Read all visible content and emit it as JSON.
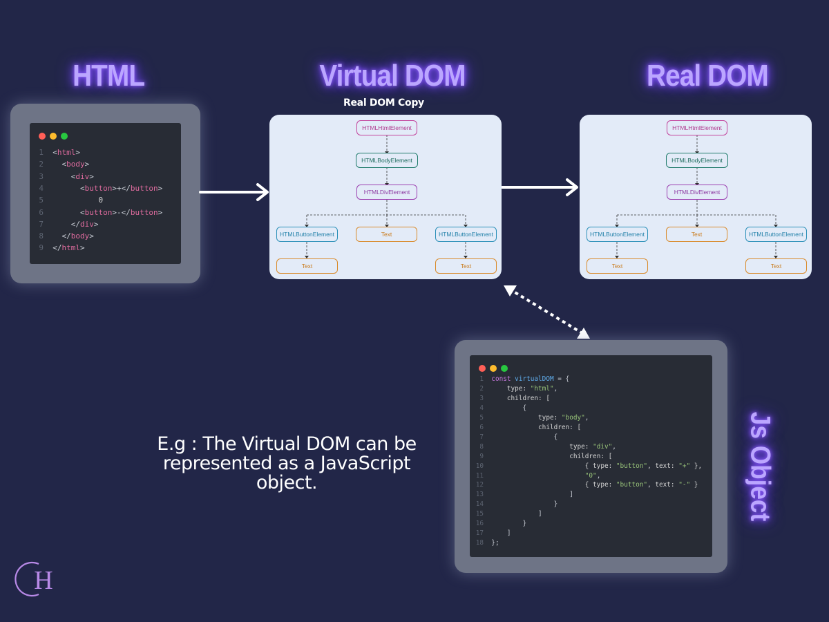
{
  "headings": {
    "html": "HTML",
    "virtual_dom": "Virtual DOM",
    "real_dom": "Real DOM",
    "virtual_dom_sub": "Real DOM Copy",
    "js_object": "Js Object"
  },
  "html_code": {
    "lines": [
      {
        "n": "1",
        "indent": 0,
        "parts": [
          {
            "t": "<",
            "c": "punc"
          },
          {
            "t": "html",
            "c": "tag"
          },
          {
            "t": ">",
            "c": "punc"
          }
        ]
      },
      {
        "n": "2",
        "indent": 2,
        "parts": [
          {
            "t": "<",
            "c": "punc"
          },
          {
            "t": "body",
            "c": "tag"
          },
          {
            "t": ">",
            "c": "punc"
          }
        ]
      },
      {
        "n": "3",
        "indent": 4,
        "parts": [
          {
            "t": "<",
            "c": "punc"
          },
          {
            "t": "div",
            "c": "tag"
          },
          {
            "t": ">",
            "c": "punc"
          }
        ]
      },
      {
        "n": "4",
        "indent": 6,
        "parts": [
          {
            "t": "<",
            "c": "punc"
          },
          {
            "t": "button",
            "c": "tag"
          },
          {
            "t": ">+</",
            "c": "punc"
          },
          {
            "t": "button",
            "c": "tag"
          },
          {
            "t": ">",
            "c": "punc"
          }
        ]
      },
      {
        "n": "5",
        "indent": 10,
        "parts": [
          {
            "t": "0",
            "c": "plain"
          }
        ]
      },
      {
        "n": "6",
        "indent": 6,
        "parts": [
          {
            "t": "<",
            "c": "punc"
          },
          {
            "t": "button",
            "c": "tag"
          },
          {
            "t": ">-</",
            "c": "punc"
          },
          {
            "t": "button",
            "c": "tag"
          },
          {
            "t": ">",
            "c": "punc"
          }
        ]
      },
      {
        "n": "7",
        "indent": 4,
        "parts": [
          {
            "t": "</",
            "c": "punc"
          },
          {
            "t": "div",
            "c": "tag"
          },
          {
            "t": ">",
            "c": "punc"
          }
        ]
      },
      {
        "n": "8",
        "indent": 2,
        "parts": [
          {
            "t": "</",
            "c": "punc"
          },
          {
            "t": "body",
            "c": "tag"
          },
          {
            "t": ">",
            "c": "punc"
          }
        ]
      },
      {
        "n": "9",
        "indent": 0,
        "parts": [
          {
            "t": "</",
            "c": "punc"
          },
          {
            "t": "html",
            "c": "tag"
          },
          {
            "t": ">",
            "c": "punc"
          }
        ]
      }
    ]
  },
  "js_code": {
    "lines": [
      {
        "n": "1",
        "indent": 0,
        "parts": [
          {
            "t": "const ",
            "c": "kw"
          },
          {
            "t": "virtualDOM",
            "c": "fn"
          },
          {
            "t": " = {",
            "c": "punc"
          }
        ]
      },
      {
        "n": "2",
        "indent": 4,
        "parts": [
          {
            "t": "type: ",
            "c": "plain"
          },
          {
            "t": "\"html\"",
            "c": "str"
          },
          {
            "t": ",",
            "c": "punc"
          }
        ]
      },
      {
        "n": "3",
        "indent": 4,
        "parts": [
          {
            "t": "children: [",
            "c": "plain"
          }
        ]
      },
      {
        "n": "4",
        "indent": 8,
        "parts": [
          {
            "t": "{",
            "c": "punc"
          }
        ]
      },
      {
        "n": "5",
        "indent": 12,
        "parts": [
          {
            "t": "type: ",
            "c": "plain"
          },
          {
            "t": "\"body\"",
            "c": "str"
          },
          {
            "t": ",",
            "c": "punc"
          }
        ]
      },
      {
        "n": "6",
        "indent": 12,
        "parts": [
          {
            "t": "children: [",
            "c": "plain"
          }
        ]
      },
      {
        "n": "7",
        "indent": 16,
        "parts": [
          {
            "t": "{",
            "c": "punc"
          }
        ]
      },
      {
        "n": "8",
        "indent": 20,
        "parts": [
          {
            "t": "type: ",
            "c": "plain"
          },
          {
            "t": "\"div\"",
            "c": "str"
          },
          {
            "t": ",",
            "c": "punc"
          }
        ]
      },
      {
        "n": "9",
        "indent": 20,
        "parts": [
          {
            "t": "children: [",
            "c": "plain"
          }
        ]
      },
      {
        "n": "10",
        "indent": 24,
        "parts": [
          {
            "t": "{ type: ",
            "c": "plain"
          },
          {
            "t": "\"button\"",
            "c": "str"
          },
          {
            "t": ", text: ",
            "c": "plain"
          },
          {
            "t": "\"+\"",
            "c": "str"
          },
          {
            "t": " },",
            "c": "plain"
          }
        ]
      },
      {
        "n": "11",
        "indent": 24,
        "parts": [
          {
            "t": "\"0\"",
            "c": "str"
          },
          {
            "t": ",",
            "c": "punc"
          }
        ]
      },
      {
        "n": "12",
        "indent": 24,
        "parts": [
          {
            "t": "{ type: ",
            "c": "plain"
          },
          {
            "t": "\"button\"",
            "c": "str"
          },
          {
            "t": ", text: ",
            "c": "plain"
          },
          {
            "t": "\"-\"",
            "c": "str"
          },
          {
            "t": " }",
            "c": "plain"
          }
        ]
      },
      {
        "n": "13",
        "indent": 20,
        "parts": [
          {
            "t": "]",
            "c": "punc"
          }
        ]
      },
      {
        "n": "14",
        "indent": 16,
        "parts": [
          {
            "t": "}",
            "c": "punc"
          }
        ]
      },
      {
        "n": "15",
        "indent": 12,
        "parts": [
          {
            "t": "]",
            "c": "punc"
          }
        ]
      },
      {
        "n": "16",
        "indent": 8,
        "parts": [
          {
            "t": "}",
            "c": "punc"
          }
        ]
      },
      {
        "n": "17",
        "indent": 4,
        "parts": [
          {
            "t": "]",
            "c": "punc"
          }
        ]
      },
      {
        "n": "18",
        "indent": 0,
        "parts": [
          {
            "t": "};",
            "c": "punc"
          }
        ]
      }
    ]
  },
  "tree_nodes": {
    "html": "HTMLHtmlElement",
    "body": "HTMLBodyElement",
    "div": "HTMLDivElement",
    "button": "HTMLButtonElement",
    "text": "Text"
  },
  "caption": {
    "line1": "E.g : The Virtual DOM can be",
    "line2": "represented as a JavaScript",
    "line3": "object."
  },
  "logo_letter": "H",
  "colors": {
    "background": "#222648",
    "glow": "#bba6ff",
    "panel": "#e3ebf8"
  }
}
